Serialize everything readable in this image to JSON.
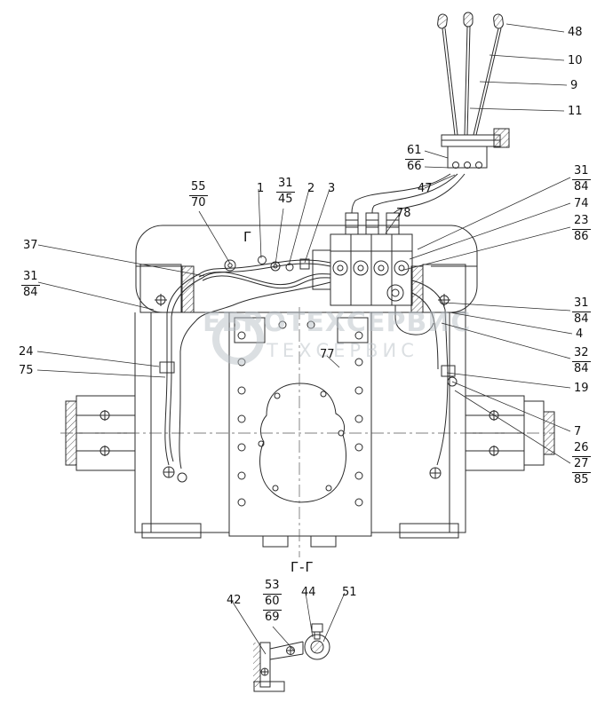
{
  "watermark": {
    "title": "ЕВРОТЕХСЕРВИС",
    "subtitle": "ТЕХСЕРВИС"
  },
  "sections": {
    "g": "Г",
    "gg": "Г-Г"
  },
  "callouts": {
    "c48": "48",
    "c10": "10",
    "c9": "9",
    "c11": "11",
    "c61_66": [
      "61",
      "66"
    ],
    "c47": "47",
    "c31_84_a": [
      "31",
      "84"
    ],
    "c74": "74",
    "c23_86": [
      "23",
      "86"
    ],
    "c31_84_b": [
      "31",
      "84"
    ],
    "c4": "4",
    "c32_84": [
      "32",
      "84"
    ],
    "c19": "19",
    "c7": "7",
    "c26_27_85": [
      "26",
      "27",
      "85"
    ],
    "c37": "37",
    "c31_84_c": [
      "31",
      "84"
    ],
    "c24": "24",
    "c75": "75",
    "c55_70": [
      "55",
      "70"
    ],
    "c1": "1",
    "c31_45": [
      "31",
      "45"
    ],
    "c2": "2",
    "c3": "3",
    "c78": "78",
    "c77": "77",
    "c42": "42",
    "c53_60_69": [
      "53",
      "60",
      "69"
    ],
    "c44": "44",
    "c51": "51"
  }
}
